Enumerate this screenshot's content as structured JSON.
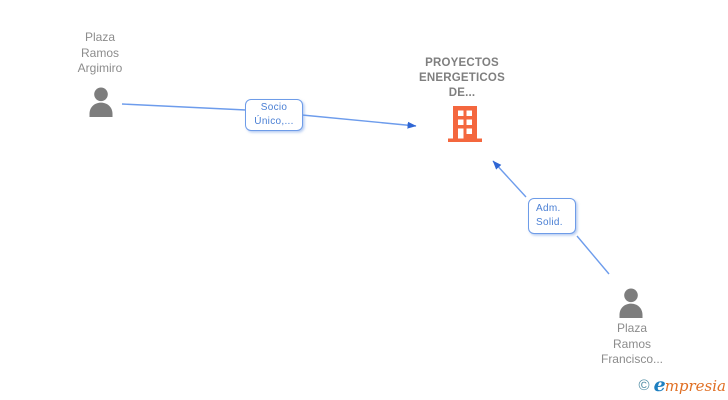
{
  "colors": {
    "line": "#6d9cec",
    "arrow": "#2f66d4",
    "box_border": "#6e9ce8",
    "box_text": "#4a7fd4",
    "person_icon": "#7d7d7d",
    "building_icon": "#f4673e",
    "node_text": "#8c8c8c",
    "company_text": "#7f7f7f",
    "logo_copyright": "#4e8ba3",
    "logo_e": "#1d7fc0",
    "logo_rest": "#e06f24"
  },
  "nodes": {
    "person1": {
      "label_lines": [
        "Plaza",
        "Ramos",
        "Argimiro"
      ]
    },
    "company": {
      "label_lines": [
        "PROYECTOS",
        "ENERGETICOS",
        "DE..."
      ]
    },
    "person2": {
      "label_lines": [
        "Plaza",
        "Ramos",
        "Francisco..."
      ]
    }
  },
  "edges": {
    "socio": {
      "label_lines": [
        "Socio",
        "Único,..."
      ]
    },
    "adm": {
      "label_lines": [
        "Adm.",
        "Solid."
      ]
    }
  },
  "logo": {
    "copyright": "©",
    "initial": "e",
    "rest": "mpresia"
  }
}
